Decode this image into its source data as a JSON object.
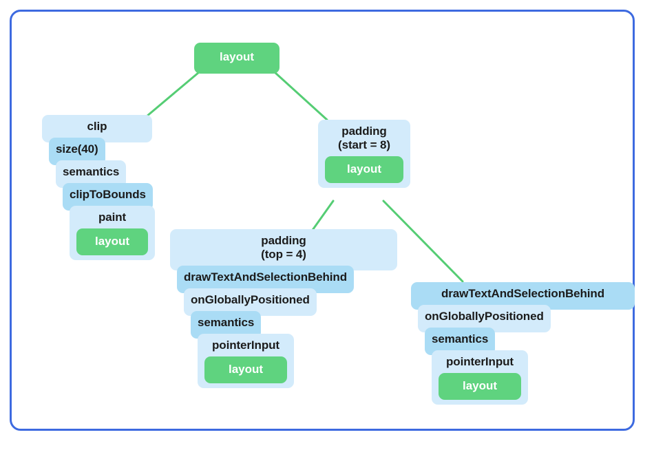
{
  "diagram": {
    "title": "compose-modifier-node-tree",
    "frame_color": "#3d6ae0",
    "colors": {
      "leaf_green": "#5fd37f",
      "layer_light": "#d3ebfb",
      "layer_dark": "#aadcf5",
      "edge_green": "#55cd74",
      "text": "#1b1b1b",
      "leaf_text": "#ffffff"
    },
    "root": {
      "label": "layout"
    },
    "clip_branch": {
      "labels": [
        "clip",
        "size(40)",
        "semantics",
        "clipToBounds",
        "paint"
      ],
      "leaf": "layout"
    },
    "padding_branch": {
      "label": "padding\n(start = 8)",
      "leaf": "layout"
    },
    "middle_branch": {
      "labels": [
        "padding\n(top = 4)",
        "drawTextAndSelectionBehind",
        "onGloballyPositioned",
        "semantics",
        "pointerInput"
      ],
      "leaf": "layout"
    },
    "right_branch": {
      "labels": [
        "drawTextAndSelectionBehind",
        "onGloballyPositioned",
        "semantics",
        "pointerInput"
      ],
      "leaf": "layout"
    }
  }
}
